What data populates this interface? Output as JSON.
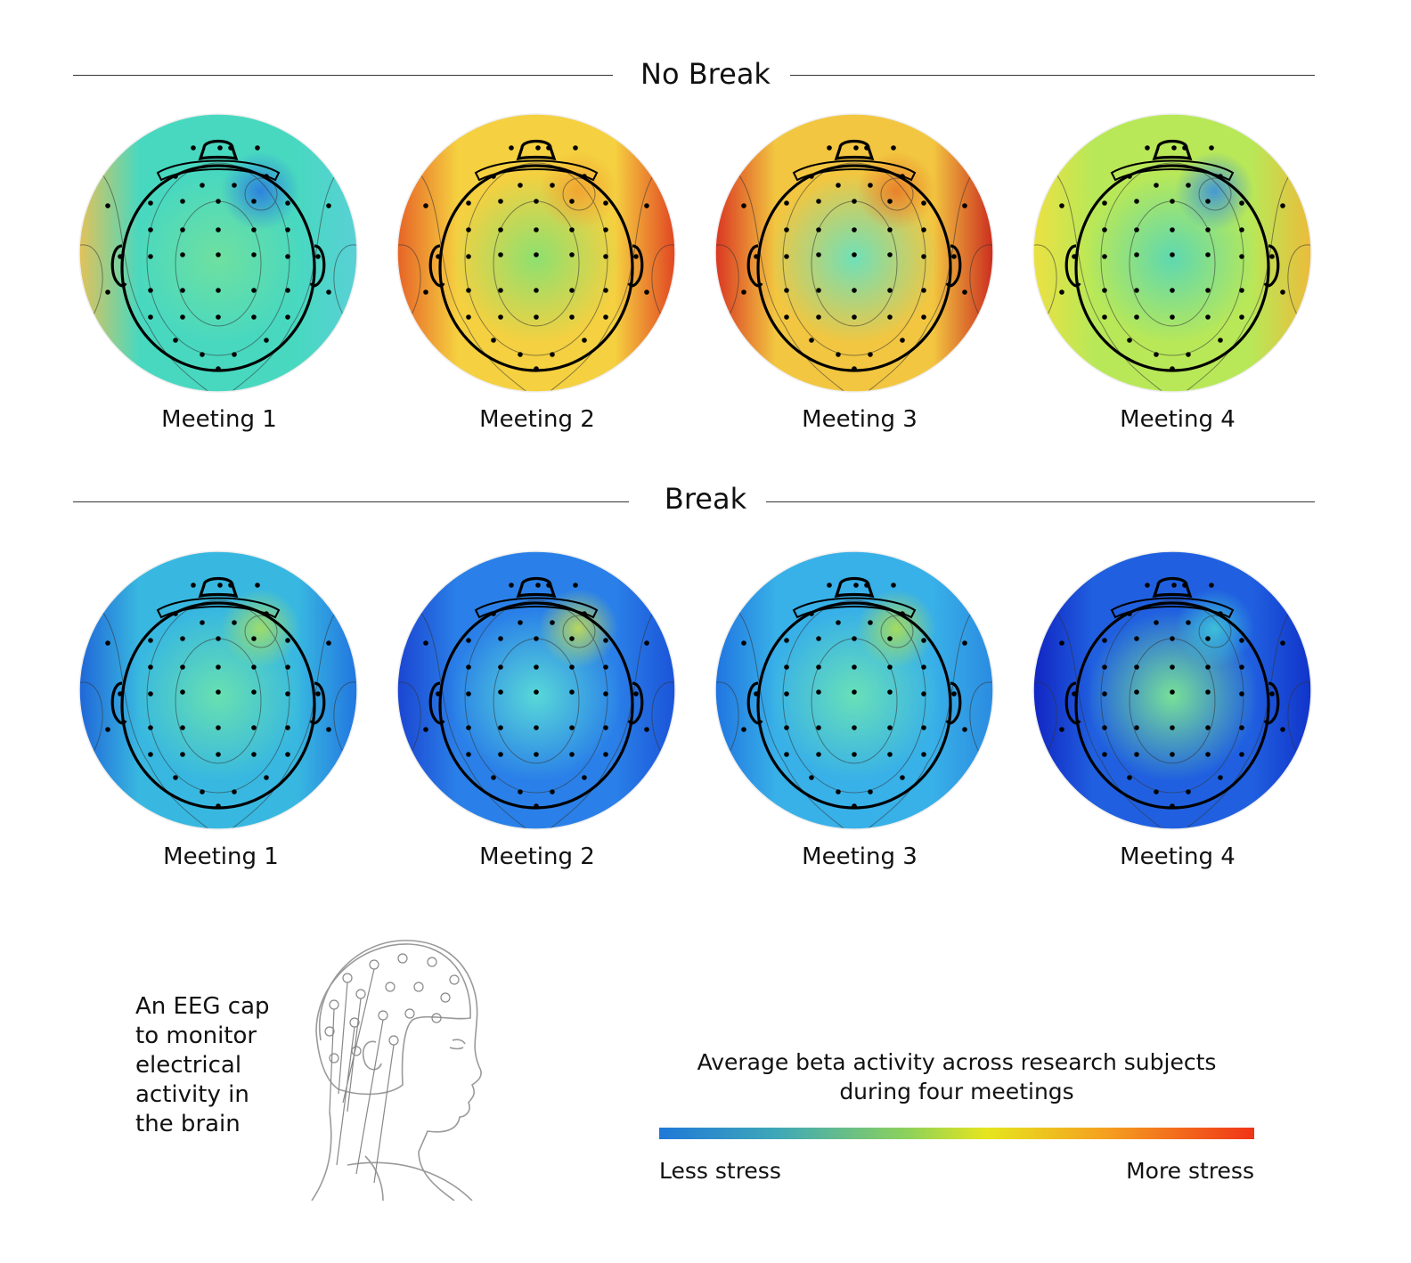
{
  "sections": [
    {
      "title": "No Break",
      "meetings": [
        {
          "label": "Meeting 1",
          "inner": "#6fe0a0",
          "outer": "#48d8c0",
          "edgeL": "#f0c050",
          "edgeR": "#5ad0d8",
          "hot": "#2a7ae0"
        },
        {
          "label": "Meeting 2",
          "inner": "#8ee070",
          "outer": "#f5d040",
          "edgeL": "#e65a25",
          "edgeR": "#e03a20",
          "hot": "#f0a030"
        },
        {
          "label": "Meeting 3",
          "inner": "#70e0b8",
          "outer": "#f2c640",
          "edgeL": "#d82a20",
          "edgeR": "#c8201c",
          "hot": "#e87a28"
        },
        {
          "label": "Meeting 4",
          "inner": "#5ed8b0",
          "outer": "#b8e858",
          "edgeL": "#f0e040",
          "edgeR": "#f0b838",
          "hot": "#3890e0"
        }
      ]
    },
    {
      "title": "Break",
      "meetings": [
        {
          "label": "Meeting 1",
          "inner": "#68e0b0",
          "outer": "#38b8e0",
          "edgeL": "#1e60d8",
          "edgeR": "#2070e0",
          "hot": "#a8e060"
        },
        {
          "label": "Meeting 2",
          "inner": "#58d8d8",
          "outer": "#2a80e8",
          "edgeL": "#1a40d0",
          "edgeR": "#1a50d8",
          "hot": "#c8e050"
        },
        {
          "label": "Meeting 3",
          "inner": "#68e0b8",
          "outer": "#38b0e8",
          "edgeL": "#1e70e0",
          "edgeR": "#2a88e0",
          "hot": "#b0e050"
        },
        {
          "label": "Meeting 4",
          "inner": "#78e098",
          "outer": "#2060e0",
          "edgeL": "#1020c0",
          "edgeR": "#1030c8",
          "hot": "#40c8d8"
        }
      ]
    }
  ],
  "cap_caption": "An EEG cap to monitor electrical activity in the brain",
  "legend": {
    "title_line1": "Average beta activity across research subjects",
    "title_line2": "during four meetings",
    "low": "Less stress",
    "high": "More stress",
    "colors": [
      "#1f78d8",
      "#8ed25a",
      "#e6e51e",
      "#f03418"
    ]
  }
}
